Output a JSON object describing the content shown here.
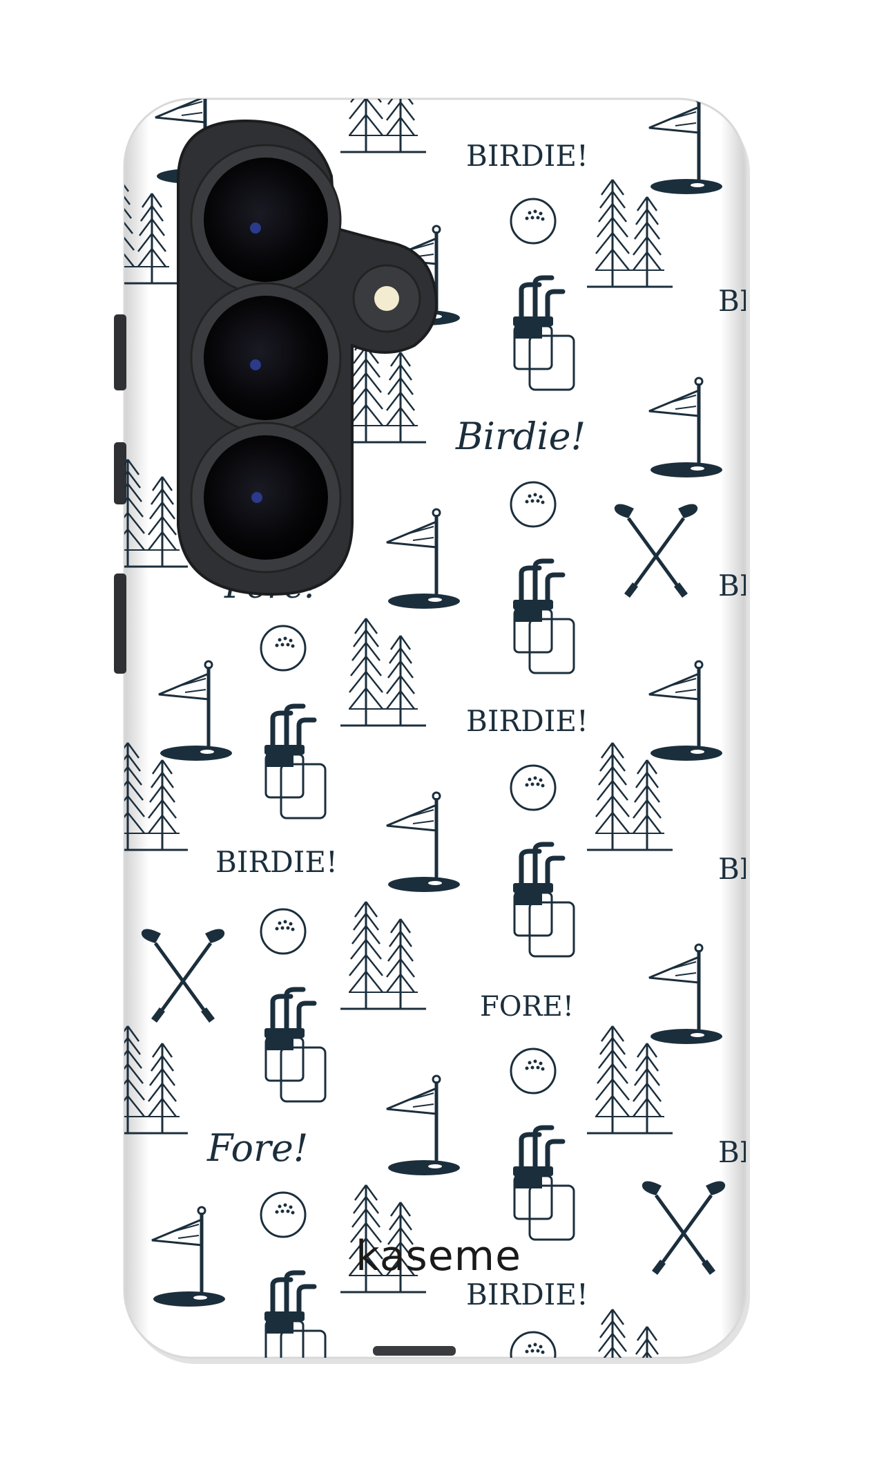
{
  "product": {
    "brand": "kaseme",
    "pattern_words": [
      "BIRDIE!",
      "Birdie!",
      "Fore!",
      "FORE!"
    ]
  },
  "colors": {
    "background": "#ffffff",
    "case_body": "#ffffff",
    "case_edge": "#d9d9d9",
    "ink": "#1b2e3c",
    "camera_housing": "#2f3033",
    "lens": "#0b0b0d",
    "flash": "#f4ecd0"
  },
  "icons": [
    "golf-flag-icon",
    "golf-ball-icon",
    "golf-bag-icon",
    "pine-trees-icon",
    "crossed-clubs-icon"
  ]
}
